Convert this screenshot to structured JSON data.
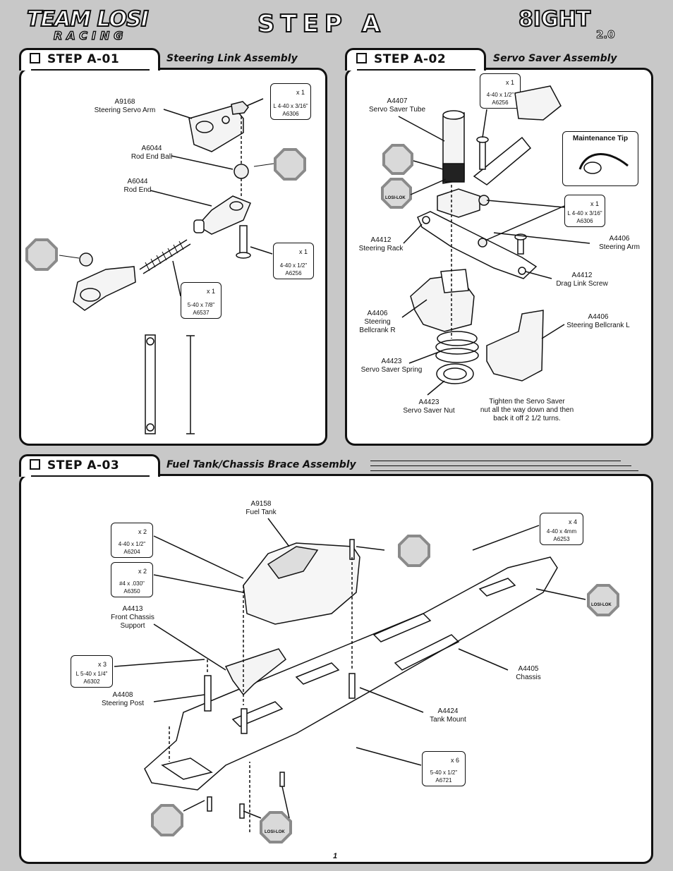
{
  "header": {
    "brand": "TEAM LOSI",
    "brand_sub": "RACING",
    "step_title": "STEP A",
    "product": "8IGHT",
    "product_version": "2.0"
  },
  "colors": {
    "background": "#c8c8c8",
    "panel": "#ffffff",
    "stroke": "#111111",
    "badge": "#8a8a8a"
  },
  "step_a01": {
    "title": "STEP A-01",
    "subtitle": "Steering Link Assembly",
    "labels": [
      {
        "id": "servo-arm",
        "part": "A9168",
        "name": "Steering Servo Arm"
      },
      {
        "id": "ball",
        "part": "A6044",
        "name": "Rod End Ball"
      },
      {
        "id": "rod-end",
        "part": "A6044",
        "name": "Rod End"
      }
    ],
    "hardware": [
      {
        "qty": "x 1",
        "desc": "L 4-40 x 3/16\"",
        "part": "A6306",
        "icon": "locknut-icon"
      },
      {
        "qty": "x 1",
        "desc": "4-40 x 1/2\"",
        "part": "A6256",
        "icon": "button-head-screw-icon"
      },
      {
        "qty": "x 1",
        "desc": "5-40 x 7/8\"",
        "part": "A6537",
        "icon": "set-screw-icon"
      }
    ]
  },
  "step_a02": {
    "title": "STEP A-02",
    "subtitle": "Servo Saver Assembly",
    "maintenance_tip": "Maintenance Tip",
    "loctite": "LOSI-LOK",
    "labels": [
      {
        "id": "tube",
        "part": "A4407",
        "name": "Servo Saver Tube"
      },
      {
        "id": "rack",
        "part": "A4412",
        "name": "Steering Rack"
      },
      {
        "id": "arm",
        "part": "A4406",
        "name": "Steering Arm"
      },
      {
        "id": "drag-screw",
        "part": "A4412",
        "name": "Drag Link Screw"
      },
      {
        "id": "bellcrank-r",
        "part": "A4406",
        "name": "Steering Bellcrank R"
      },
      {
        "id": "bellcrank-l",
        "part": "A4406",
        "name": "Steering Bellcrank L"
      },
      {
        "id": "spring",
        "part": "A4423",
        "name": "Servo Saver Spring"
      },
      {
        "id": "nut",
        "part": "A4423",
        "name": "Servo Saver Nut"
      }
    ],
    "instruction": [
      "Tighten the Servo Saver",
      "nut all the way down and then",
      "back it off 2 1/2 turns."
    ],
    "hardware": [
      {
        "qty": "x 1",
        "desc": "4-40 x 1/2\"",
        "part": "A6256",
        "icon": "button-head-screw-icon"
      },
      {
        "qty": "x 1",
        "desc": "L 4-40 x 3/16\"",
        "part": "A6306",
        "icon": "locknut-icon"
      }
    ]
  },
  "step_a03": {
    "title": "STEP A-03",
    "subtitle": "Fuel Tank/Chassis Brace Assembly",
    "loctite": "LOSI-LOK",
    "labels": [
      {
        "id": "fuel-tank",
        "part": "A9158",
        "name": "Fuel Tank"
      },
      {
        "id": "front-support",
        "part": "A4413",
        "name": "Front Chassis Support"
      },
      {
        "id": "steering-post",
        "part": "A4408",
        "name": "Steering Post"
      },
      {
        "id": "chassis",
        "part": "A4405",
        "name": "Chassis"
      },
      {
        "id": "tank-mount",
        "part": "A4424",
        "name": "Tank Mount"
      }
    ],
    "hardware": [
      {
        "qty": "x 2",
        "desc": "4-40 x 1/2\"",
        "part": "A6204",
        "icon": "flat-washer-icon"
      },
      {
        "qty": "x 2",
        "desc": "#4 x .030\"",
        "part": "A6350",
        "icon": "shim-icon"
      },
      {
        "qty": "x 3",
        "desc": "L 5-40 x 1/4\"",
        "part": "A6302",
        "icon": "locknut-icon"
      },
      {
        "qty": "x 4",
        "desc": "4-40 x 4mm",
        "part": "A6253",
        "icon": "flat-head-screw-icon"
      },
      {
        "qty": "x 6",
        "desc": "5-40 x 1/2\"",
        "part": "A6721",
        "icon": "flat-head-screw-icon"
      }
    ]
  },
  "footer": {
    "page_number": "1"
  }
}
